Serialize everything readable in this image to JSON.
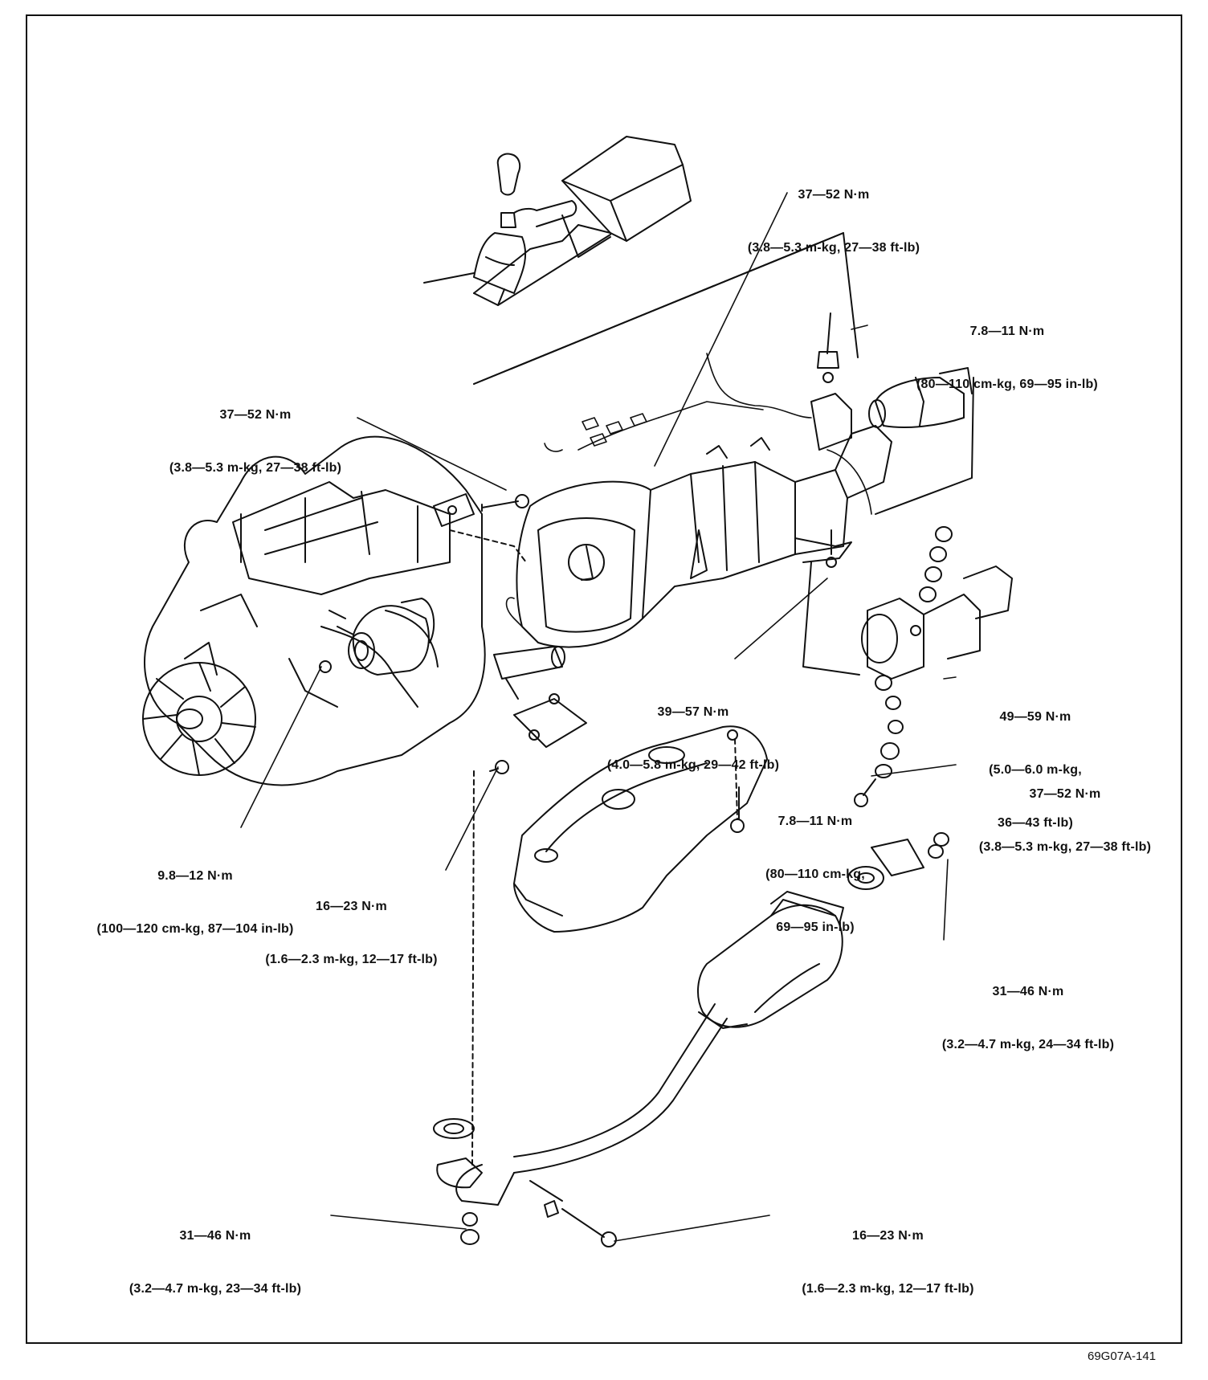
{
  "figure_id": "69G07A-141",
  "labels": {
    "shift_lever_bolt": {
      "line1": "37—52 N·m",
      "line2": "(3.8—5.3 m-kg, 27—38 ft-lb)"
    },
    "switch_bolt": {
      "line1": "7.8—11 N·m",
      "line2": "(80—110 cm-kg, 69—95 in-lb)"
    },
    "engine_trans_bolt": {
      "line1": "37—52 N·m",
      "line2": "(3.8—5.3 m-kg, 27—38 ft-lb)"
    },
    "mount_bolt": {
      "line1": "39—57 N·m",
      "line2": "(4.0—5.8 m-kg, 29—42 ft-lb)"
    },
    "mount_nut": {
      "line1": "49—59 N·m",
      "line2": "(5.0—6.0 m-kg,",
      "line3": "36—43 ft-lb)"
    },
    "insulator_bolt": {
      "line1": "37—52 N·m",
      "line2": "(3.8—5.3 m-kg, 27—38 ft-lb)"
    },
    "heat_shield_bolt": {
      "line1": "7.8—11 N·m",
      "line2": "(80—110 cm-kg,",
      "line3": "69—95 in-lb)"
    },
    "starter_nut": {
      "line1": "9.8—12 N·m",
      "line2": "(100—120 cm-kg, 87—104 in-lb)"
    },
    "clutch_bolt": {
      "line1": "16—23 N·m",
      "line2": "(1.6—2.3 m-kg, 12—17 ft-lb)"
    },
    "converter_nut": {
      "line1": "31—46 N·m",
      "line2": "(3.2—4.7 m-kg, 24—34 ft-lb)"
    },
    "front_pipe_nut": {
      "line1": "31—46 N·m",
      "line2": "(3.2—4.7 m-kg, 23—34 ft-lb)"
    },
    "pipe_bracket_bolt": {
      "line1": "16—23 N·m",
      "line2": "(1.6—2.3 m-kg, 12—17 ft-lb)"
    }
  }
}
